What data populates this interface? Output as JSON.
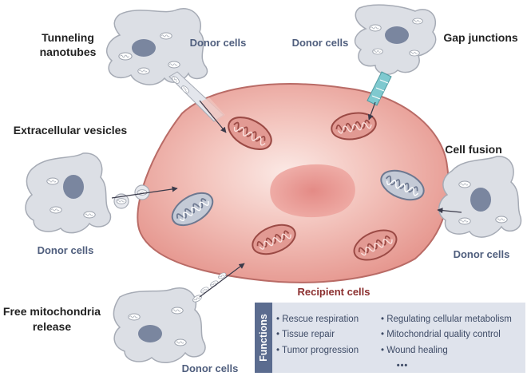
{
  "labels": {
    "tunneling_1": "Tunneling",
    "tunneling_2": "nanotubes",
    "gap_junctions": "Gap junctions",
    "extracellular_vesicles": "Extracellular vesicles",
    "cell_fusion": "Cell fusion",
    "free_mito_1": "Free mitochondria",
    "free_mito_2": "release",
    "recipient": "Recipient cells",
    "donor_cells": "Donor cells"
  },
  "functions": {
    "title": "Functions",
    "left": [
      "• Rescue respiration",
      "• Tissue repair",
      "• Tumor progression"
    ],
    "right": [
      "• Regulating cellular metabolism",
      "• Mitochondrial quality control",
      "• Wound healing"
    ],
    "ellipsis": "•••"
  },
  "colors": {
    "recipient_fill": "#e9a39c",
    "recipient_stroke": "#b96b66",
    "donor_fill": "#dcdfe5",
    "donor_stroke": "#a6abb5",
    "nucleus": "#7a869f",
    "mito_fill": "#e29a93",
    "mito_stroke": "#9b4a45",
    "panel_bg": "#dfe3ec",
    "panel_accent": "#5b6c8f",
    "label_blue": "#4f5e7d",
    "label_red": "#8b2f2f"
  }
}
